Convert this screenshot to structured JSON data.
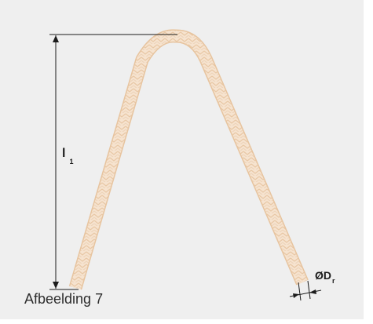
{
  "figure": {
    "caption": "Afbeelding 7",
    "length_label": "l",
    "length_subscript": "1",
    "diameter_label": "ØD",
    "diameter_subscript": "r",
    "rope_color": "#f3dcc3",
    "rope_outline_color": "#e7c49f",
    "line_color": "#1b1b1b",
    "background_color": "#efefef"
  }
}
